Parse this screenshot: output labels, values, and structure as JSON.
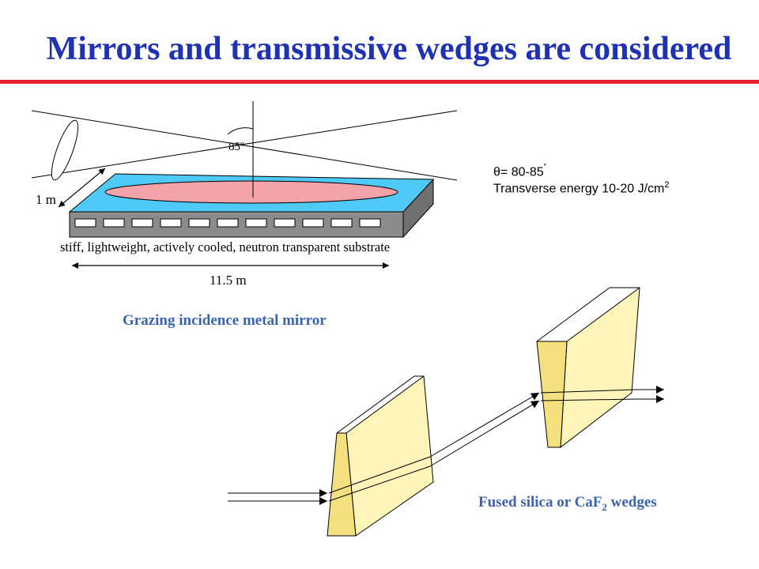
{
  "title": "Mirrors and transmissive wedges are considered",
  "mirror": {
    "angle_label": "85º",
    "width_label": "1 m",
    "substrate_label": "stiff, lightweight, actively cooled, neutron transparent substrate",
    "length_label": "11.5 m",
    "caption": "Grazing incidence metal mirror"
  },
  "specs": {
    "theta_symbol": "θ",
    "theta_value": "= 80-85",
    "theta_degree": "˚",
    "energy_text": "Transverse energy 10-20 J/cm",
    "energy_exponent": "2"
  },
  "wedges": {
    "caption_prefix": "Fused silica or CaF",
    "caption_subscript": "2",
    "caption_suffix": " wedges"
  },
  "colors": {
    "title": "#1f32b4",
    "title_rule": "#e8202a",
    "caption": "#3c63ae",
    "mirror_top": "#4fc9f5",
    "mirror_ellipse": "#f4a3a8",
    "mirror_body": "#8c8c8c",
    "wedge_face": "#fff5b9",
    "wedge_edge": "#f4e07e"
  }
}
